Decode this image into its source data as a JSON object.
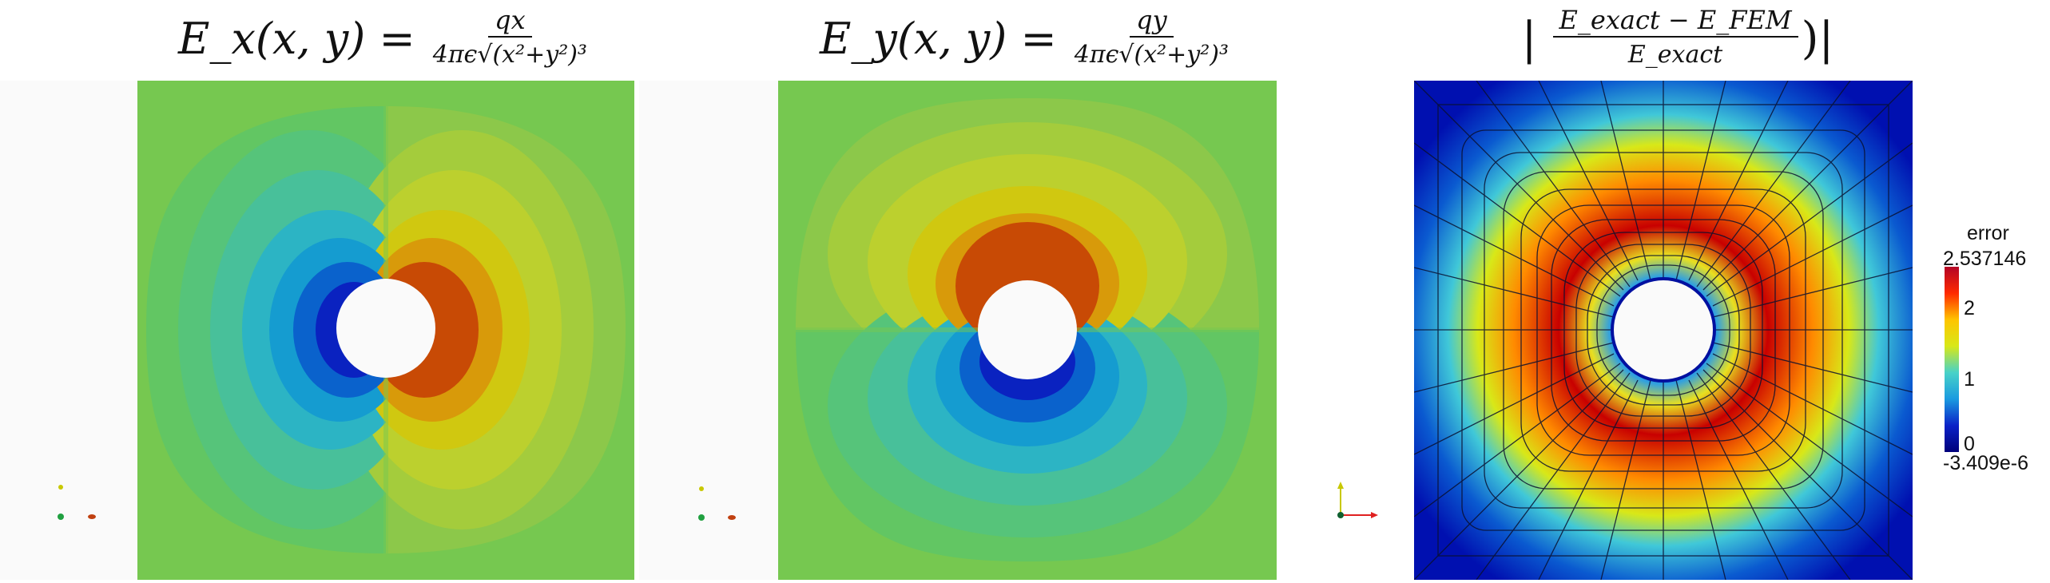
{
  "panels": [
    {
      "title": {
        "lhs": "E_x(x, y) =",
        "numerator": "qx",
        "denominator": "4πϵ√(x²+y²)³"
      }
    },
    {
      "title": {
        "lhs": "E_y(x, y) =",
        "numerator": "qy",
        "denominator": "4πϵ√(x²+y²)³"
      }
    },
    {
      "title": {
        "numerator": "E_exact − E_FEM",
        "denominator": "E_exact"
      }
    }
  ],
  "colorbar": {
    "title": "error",
    "max": "2.537146",
    "min": "-3.409e-6",
    "ticks": [
      "2",
      "1",
      "0"
    ],
    "colors": [
      "#b40426",
      "#ff2a00",
      "#ffc400",
      "#d8e818",
      "#48d2c8",
      "#1a9ae0",
      "#0a22c8",
      "#00007a"
    ]
  }
}
